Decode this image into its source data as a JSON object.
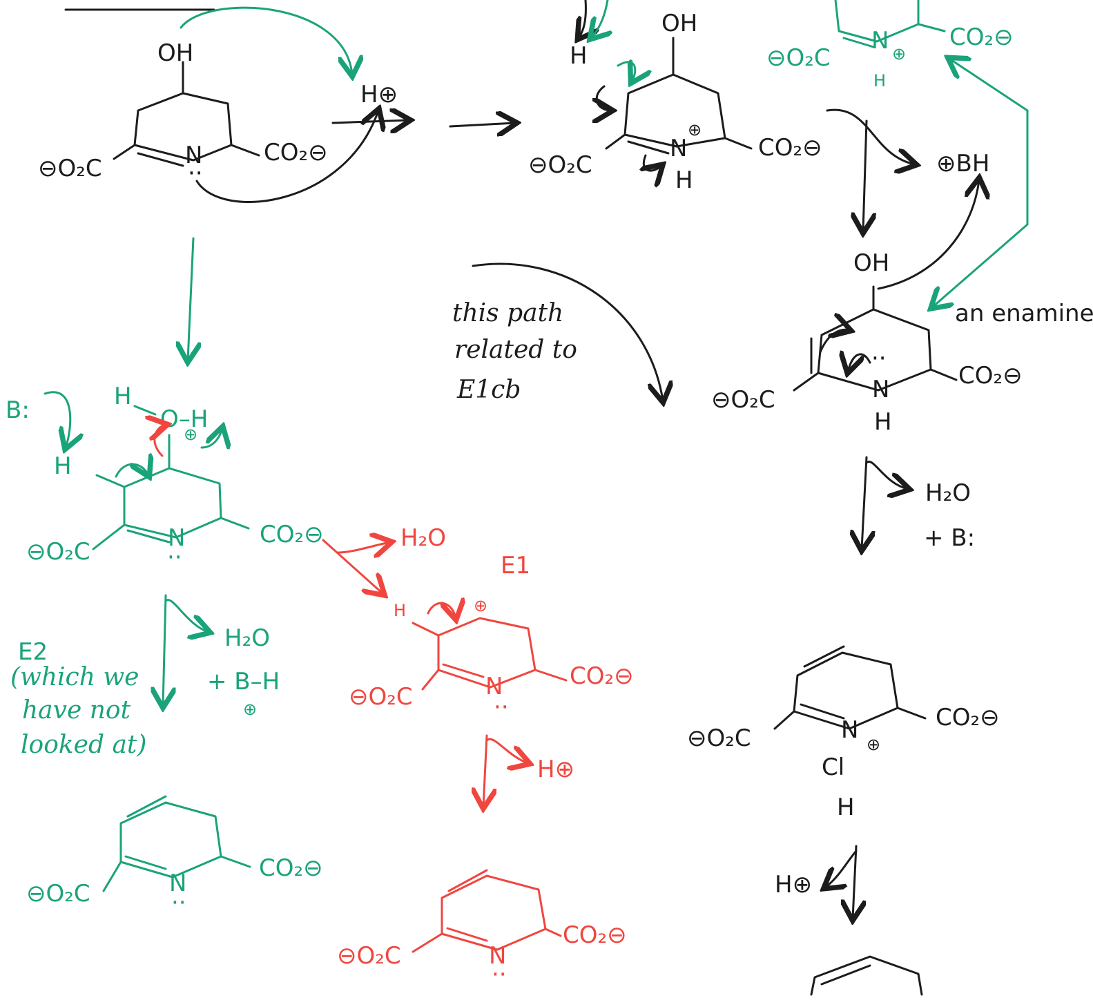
{
  "colors": {
    "black": "#1c1c1c",
    "green": "#1aa37a",
    "red": "#f0463f"
  },
  "atoms": {
    "oh": "OH",
    "o2c_left": "⊖O₂C",
    "co2_right": "CO₂⊖",
    "n": "N",
    "h": "H",
    "h_plus": "H⊕",
    "plus": "⊕",
    "lone_pair": "··",
    "bh_plus": "⊕BH",
    "b_colon": "B:",
    "oh2_h": "O–H",
    "cl": "Cl",
    "h2o": "H₂O",
    "plus_b": "+ B:",
    "plus_bh": "+ B–H",
    "minus_sign": "⊖"
  },
  "labels": {
    "enamine": "an enamine",
    "path_line1": "this path",
    "path_line2": "related to",
    "path_line3": "E1cb",
    "e1": "E1",
    "e2": "E2",
    "e2_note1": "(which we",
    "e2_note2": "have not",
    "e2_note3": "looked at)"
  }
}
